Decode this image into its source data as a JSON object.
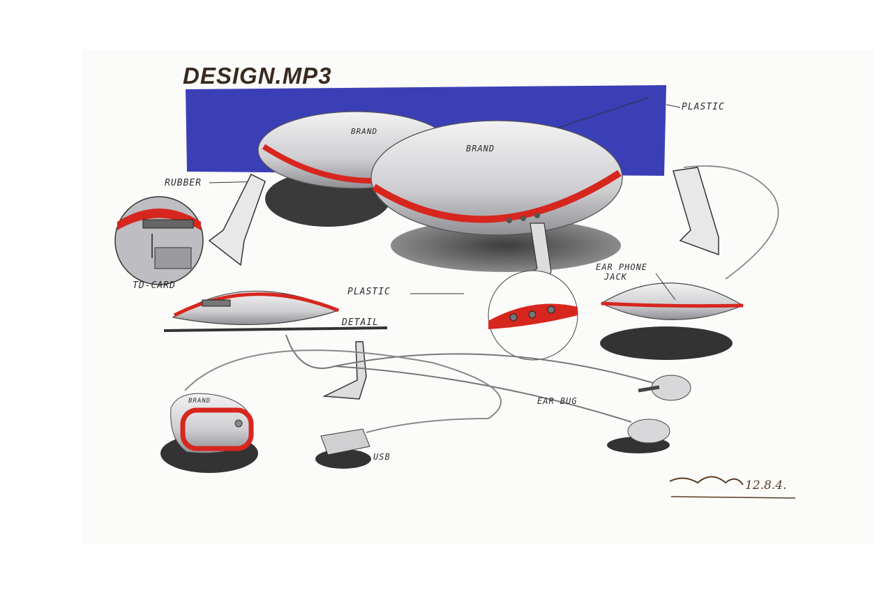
{
  "sketch": {
    "title": "DESIGN.MP3",
    "labels": {
      "plastic_top": "PLASTIC",
      "rubber": "RUBBER",
      "brand_1": "BRAND",
      "brand_2": "BRAND",
      "brand_3": "BRAND",
      "td_card": "TD-CARD",
      "plastic_mid": "PLASTIC",
      "detail": "DETAIL",
      "ear_phone_jack_1": "EAR PHONE",
      "ear_phone_jack_2": "JACK",
      "ear_bug": "EAR BUG",
      "usb": "USB"
    },
    "date": "12.8.4.",
    "colors": {
      "background_panel": "#3b3fb6",
      "accent_red": "#d7261e",
      "shell_grey": "#cfcfd2",
      "shadow": "#4a4a4a",
      "ink": "#2b2b2b"
    }
  }
}
